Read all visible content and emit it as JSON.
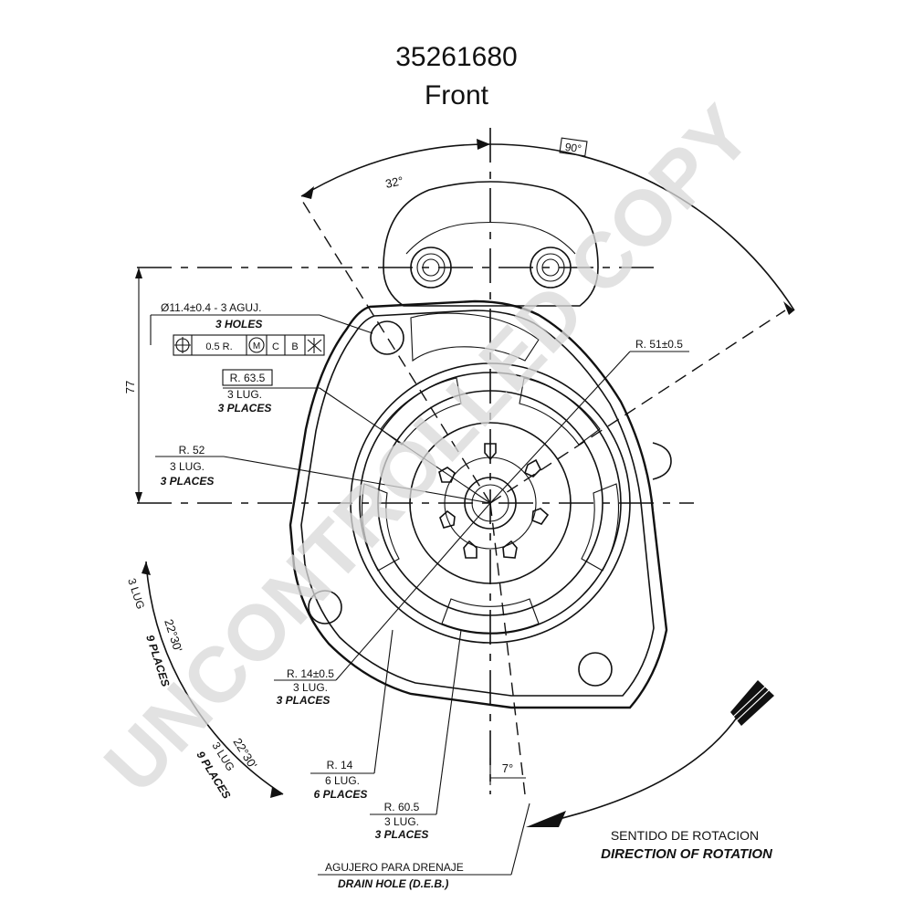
{
  "title": {
    "part_number": "35261680",
    "view": "Front"
  },
  "watermark": "UNCONTROLLED COPY",
  "angles": {
    "a32": "32°",
    "a90": "90°",
    "a7": "7°",
    "a22_30_a": "22°30'",
    "a22_30_b": "22°30'"
  },
  "dimension_77": "77",
  "holes": {
    "line1": "Ø11.4±0.4  -  3  AGUJ.",
    "line2": "3 HOLES",
    "frame_position": "0.5 R.",
    "frame_m": "M",
    "frame_c": "C",
    "frame_b": "B"
  },
  "r635": {
    "value": "R. 63.5",
    "line1": "3 LUG.",
    "line2": "3 PLACES"
  },
  "r52": {
    "value": "R. 52",
    "line1": "3 LUG.",
    "line2": "3 PLACES"
  },
  "r51": {
    "value": "R. 51±0.5"
  },
  "r14_05": {
    "value": "R. 14±0.5",
    "line1": "3 LUG.",
    "line2": "3 PLACES"
  },
  "r14": {
    "value": "R. 14",
    "line1": "6 LUG.",
    "line2": "6 PLACES"
  },
  "r605": {
    "value": "R. 60.5",
    "line1": "3 LUG.",
    "line2": "3 PLACES"
  },
  "lug9": {
    "line1": "3 LUG",
    "line2": "9 PLACES"
  },
  "lug9b": {
    "line1": "3 LUG",
    "line2": "9 PLACES"
  },
  "drain": {
    "line1": "AGUJERO PARA DRENAJE",
    "line2": "DRAIN HOLE (D.E.B.)"
  },
  "rotation": {
    "line1": "SENTIDO DE ROTACION",
    "line2": "DIRECTION OF ROTATION"
  }
}
